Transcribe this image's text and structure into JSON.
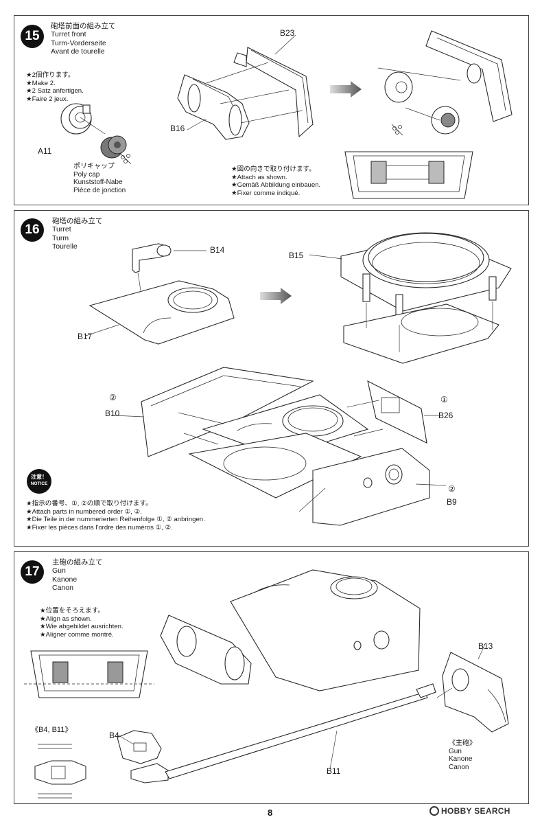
{
  "steps": [
    {
      "number": "15",
      "title": [
        "砲塔前面の組み立て",
        "Turret front",
        "Turm-Vorderseite",
        "Avant de tourelle"
      ],
      "note1": [
        "★2個作ります。",
        "★Make 2.",
        "★2 Satz anfertigen.",
        "★Faire 2 jeux."
      ],
      "polycap": [
        "ポリキャップ",
        "Poly cap",
        "Kunststoff-Nabe",
        "Pièce de jonction"
      ],
      "note2": [
        "★図の向きで取り付けます。",
        "★Attach as shown.",
        "★Gemäß Abbildung einbauen.",
        "★Fixer comme indiqué."
      ],
      "parts": {
        "a11": "A11",
        "b23": "B23",
        "b16": "B16"
      }
    },
    {
      "number": "16",
      "title": [
        "砲塔の組み立て",
        "Turret",
        "Turm",
        "Tourelle"
      ],
      "parts": {
        "b14": "B14",
        "b15": "B15",
        "b17": "B17",
        "b10": "B10",
        "b26": "B26",
        "b9": "B9"
      },
      "order": {
        "one": "①",
        "two": "②"
      },
      "notice": {
        "jp": "注意！",
        "en": "NOTICE"
      },
      "note": [
        "★指示の番号、①, ②の順で取り付けます。",
        "★Attach parts in numbered order ①, ②.",
        "★Die Teile in der nummerierten Reihenfolge ①, ② anbringen.",
        "★Fixer les pièces dans l'ordre des numéros ①, ②."
      ]
    },
    {
      "number": "17",
      "title": [
        "主砲の組み立て",
        "Gun",
        "Kanone",
        "Canon"
      ],
      "note": [
        "★位置をそろえます。",
        "★Align as shown.",
        "★Wie abgebildet ausrichten.",
        "★Aligner comme montré."
      ],
      "parts": {
        "b13": "B13",
        "b4": "B4",
        "b11": "B11",
        "b4b11": "《B4, B11》"
      },
      "gun": [
        "《主砲》",
        "Gun",
        "Kanone",
        "Canon"
      ]
    }
  ],
  "page_number": "8",
  "watermark": "HOBBY SEARCH"
}
